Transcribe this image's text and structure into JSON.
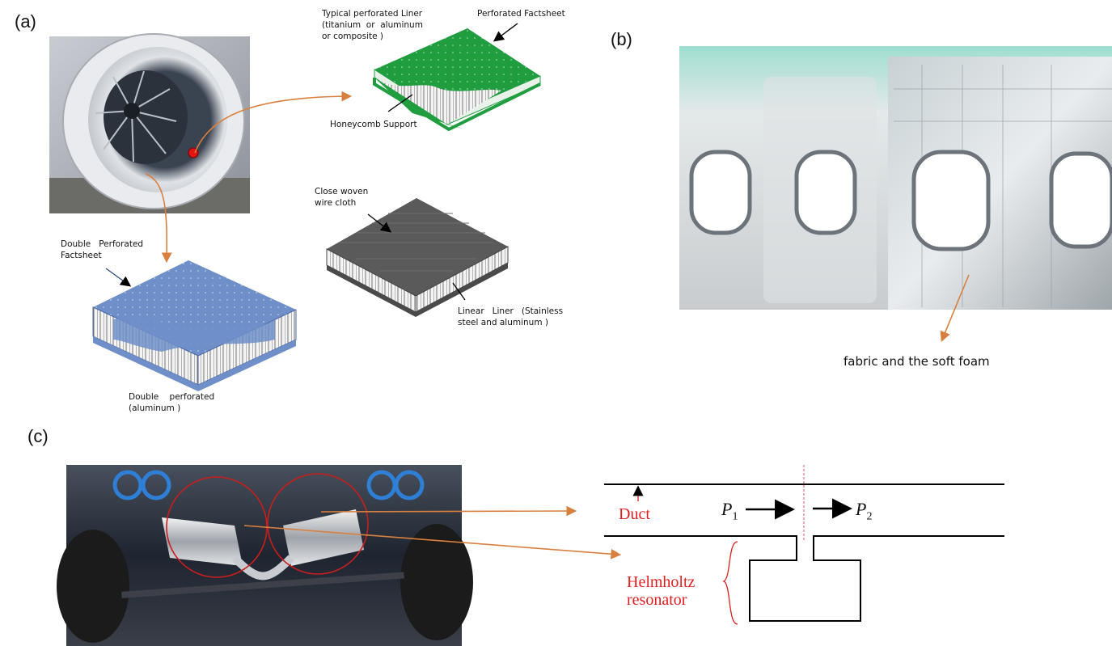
{
  "panels": {
    "a": "(a)",
    "b": "(b)",
    "c": "(c)"
  },
  "labels": {
    "typical_liner": "Typical perforated Liner\n(titanium  or  aluminum\nor composite )",
    "perforated_factsheet": "Perforated Factsheet",
    "honeycomb_support": "Honeycomb Support",
    "double_perf_factsheet": "Double   Perforated\nFactsheet",
    "double_perf_aluminum": "Double    perforated\n(aluminum )",
    "close_woven": "Close woven\nwire cloth",
    "linear_liner": "Linear   Liner   (Stainless\nsteel and aluminum )",
    "fabric_foam": "fabric and the soft foam",
    "duct": "Duct",
    "helmholtz": "Helmholtz\nresonator",
    "p1": "P",
    "p1_sub": "1",
    "p2": "P",
    "p2_sub": "2"
  },
  "colors": {
    "arrow": "#d9803f",
    "green_sheet": "#1f9d3f",
    "blue_sheet": "#6f8fc9",
    "grey_sheet": "#5a5a5a",
    "red": "#e02020",
    "circle": "#c81e1e"
  }
}
